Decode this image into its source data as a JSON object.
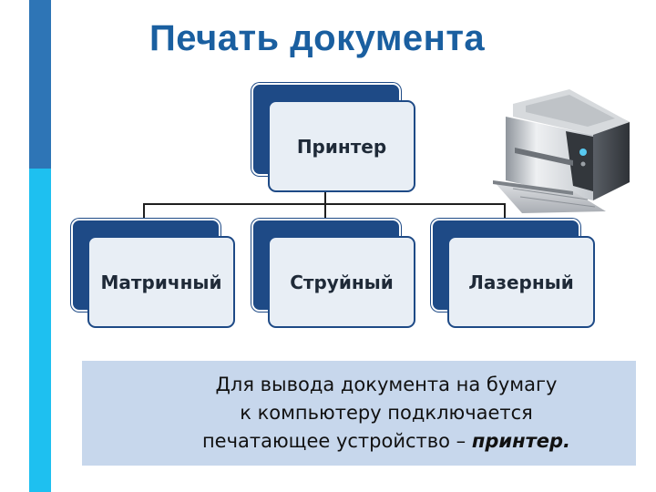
{
  "title": "Печать документа",
  "diagram": {
    "root": {
      "label": "Принтер"
    },
    "children": [
      {
        "label": "Матричный"
      },
      {
        "label": "Струйный"
      },
      {
        "label": "Лазерный"
      }
    ]
  },
  "printer_image": {
    "icon": "printer-icon",
    "caption": ""
  },
  "info": {
    "line1": "Для вывода документа на бумагу",
    "line2": "к компьютеру подключается",
    "line3_prefix": "печатающее устройство – ",
    "line3_emphasis": "принтер."
  },
  "colors": {
    "title": "#1a5fa0",
    "node_back": "#1e4a86",
    "node_front": "#e8eef5",
    "side_bar_dark": "#2e75b6",
    "side_bar_light": "#1ec0f0",
    "info_background": "#c7d7ec"
  }
}
